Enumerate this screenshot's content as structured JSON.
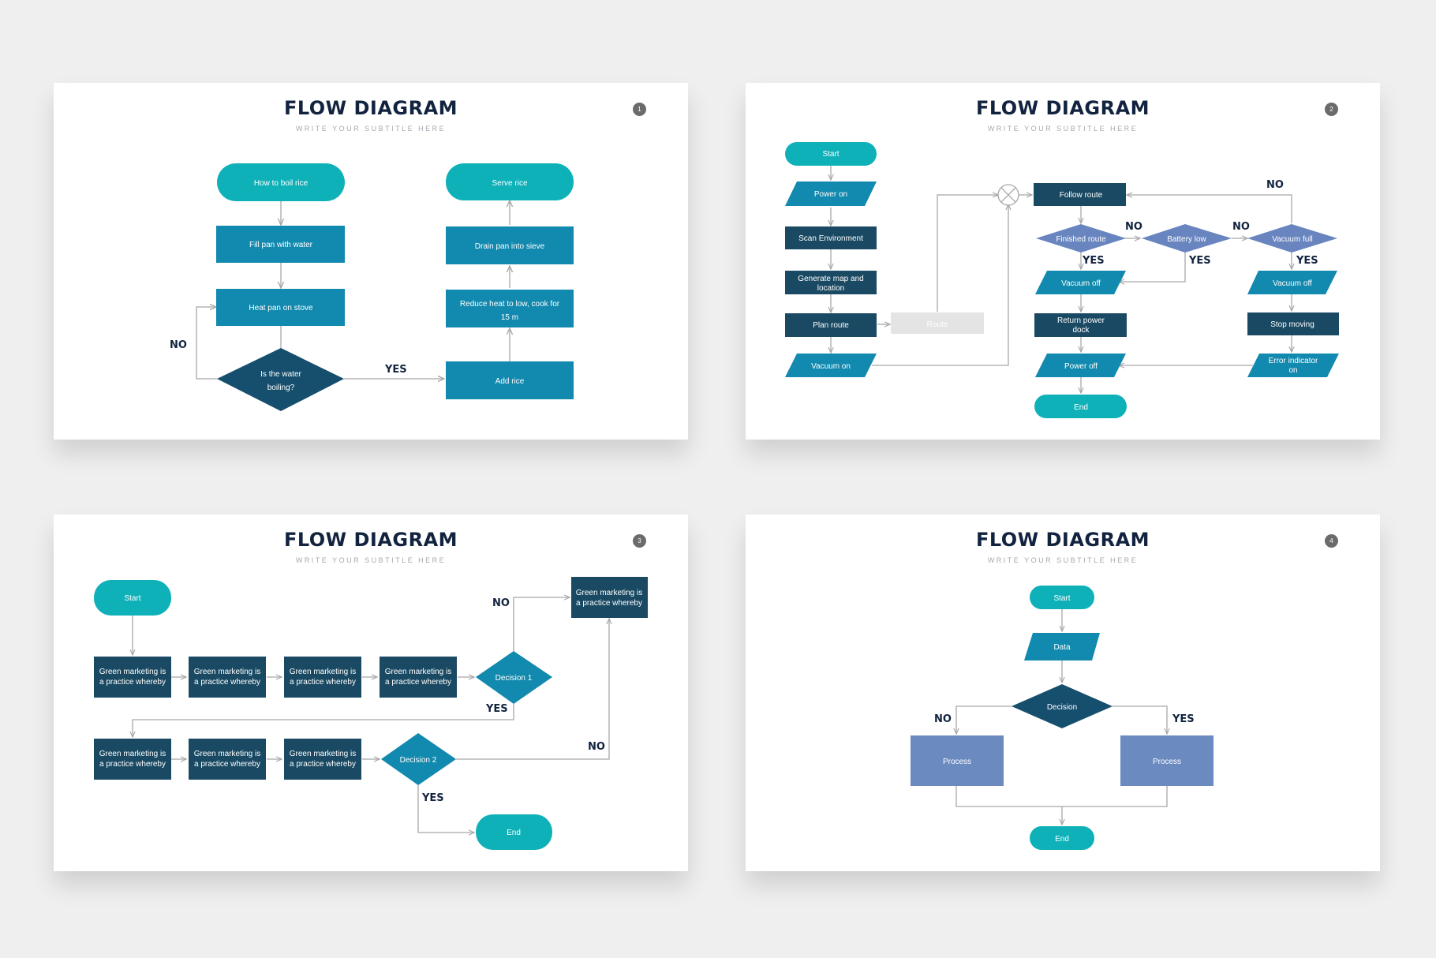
{
  "slides": [
    {
      "title": "FLOW DIAGRAM",
      "subtitle": "WRITE YOUR SUBTITLE HERE",
      "number": "1",
      "nodes": {
        "boil": "How to boil rice",
        "fill": "Fill pan with water",
        "heat": "Heat pan on stove",
        "decision": [
          "Is the water",
          "boiling?"
        ],
        "serve": "Serve rice",
        "drain": "Drain pan into sieve",
        "reduce": [
          "Reduce heat to low, cook for",
          "15 m"
        ],
        "add": "Add rice"
      },
      "labels": {
        "no": "NO",
        "yes": "YES"
      }
    },
    {
      "title": "FLOW DIAGRAM",
      "subtitle": "WRITE YOUR SUBTITLE HERE",
      "number": "2",
      "nodes": {
        "start": "Start",
        "power_on": "Power on",
        "scan": "Scan Environment",
        "generate": [
          "Generate map and",
          "location"
        ],
        "plan": "Plan route",
        "vacuum_on": "Vacuum on",
        "route": "Route",
        "follow": "Follow route",
        "finished": "Finished route",
        "battery": "Battery low",
        "full": "Vacuum full",
        "off1": "Vacuum off",
        "off2": "Vacuum off",
        "return": [
          "Return power",
          "dock"
        ],
        "stop": "Stop moving",
        "power_off": "Power off",
        "error": [
          "Error indicator",
          "on"
        ],
        "end": "End"
      },
      "labels": {
        "no_top": "NO",
        "no1": "NO",
        "no2": "NO",
        "yes1": "YES",
        "yes2": "YES",
        "yes3": "YES"
      }
    },
    {
      "title": "FLOW DIAGRAM",
      "subtitle": "WRITE YOUR SUBTITLE HERE",
      "number": "3",
      "nodes": {
        "start": "Start",
        "box": [
          "Green marketing is",
          "a practice whereby"
        ],
        "decision1": "Decision 1",
        "decision2": "Decision 2",
        "end": "End"
      },
      "labels": {
        "no1": "NO",
        "yes1": "YES",
        "no2": "NO",
        "yes2": "YES"
      }
    },
    {
      "title": "FLOW DIAGRAM",
      "subtitle": "WRITE YOUR SUBTITLE HERE",
      "number": "4",
      "nodes": {
        "start": "Start",
        "data": "Data",
        "decision": "Decision",
        "process": "Process",
        "end": "End"
      },
      "labels": {
        "no": "NO",
        "yes": "YES"
      }
    }
  ],
  "colors": {
    "teal": "#0fb1b9",
    "blue": "#1289ae",
    "navy": "#164f6d",
    "dark": "#1a4a63",
    "periwinkle": "#6a8ac0",
    "diamond_light": "#6985bf",
    "label": "#12233f",
    "connector": "#a8a8a8",
    "gray_box": "#e4e4e4"
  }
}
